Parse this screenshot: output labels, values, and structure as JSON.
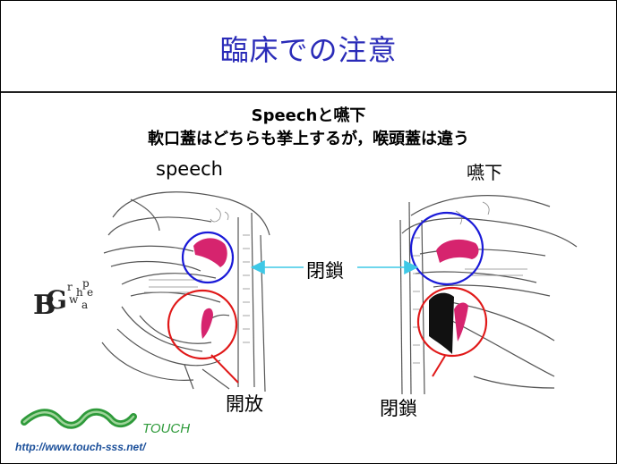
{
  "slide": {
    "title": "臨床での注意",
    "subtitle_line1": "Speechと嚥下",
    "subtitle_line2": "軟口蓋はどちらも挙上するが，喉頭蓋は違う",
    "left_caption": "speech",
    "right_caption": "嚥下",
    "center_label": "閉鎖",
    "left_bottom_label": "開放",
    "right_bottom_label": "閉鎖",
    "scatter_text": "BGrwhpea",
    "logo_text": "TOUCH",
    "url": "http://www.touch-sss.net/"
  },
  "colors": {
    "title": "#2a2bb8",
    "blue_circle": "#1a1ad8",
    "red_circle": "#e01818",
    "arrow": "#3ec8e6",
    "highlight": "#d6246e",
    "logo_green": "#2e9a3a"
  }
}
